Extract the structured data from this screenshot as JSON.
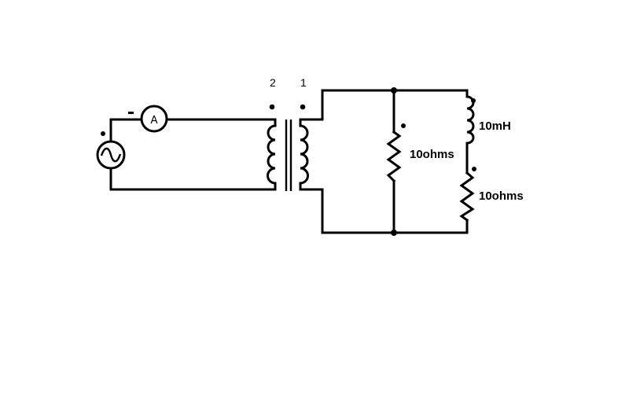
{
  "diagram": {
    "transformer": {
      "winding_left_label": "2",
      "winding_right_label": "1"
    },
    "ammeter": {
      "symbol": "A"
    },
    "source": {
      "icon": "ac-source-icon"
    },
    "components": {
      "shunt_resistor_label": "10ohms",
      "series_inductor_label": "10mH",
      "series_resistor_label": "10ohms"
    }
  }
}
